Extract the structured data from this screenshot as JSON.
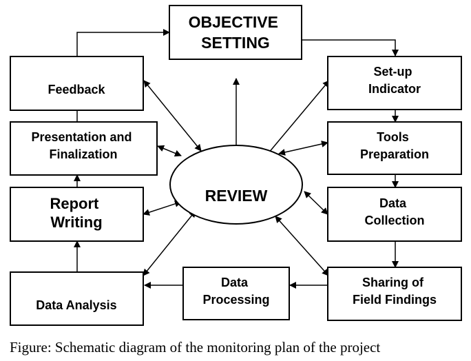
{
  "diagram": {
    "nodes": {
      "objective": [
        "OBJECTIVE",
        "SETTING"
      ],
      "indicator": [
        "Set-up",
        "Indicator"
      ],
      "tools": [
        "Tools",
        "Preparation"
      ],
      "collection": [
        "Data",
        "Collection"
      ],
      "sharing": [
        "Sharing of",
        "Field Findings"
      ],
      "processing": [
        "Data",
        "Processing"
      ],
      "analysis": [
        "Data Analysis"
      ],
      "report": [
        "Report",
        "Writing"
      ],
      "presentation": [
        "Presentation and",
        "Finalization"
      ],
      "feedback": [
        "Feedback"
      ],
      "review": [
        "REVIEW"
      ]
    }
  },
  "caption": "Figure: Schematic diagram of the monitoring plan of the project",
  "colors": {
    "stroke": "#000000",
    "background": "#ffffff"
  }
}
